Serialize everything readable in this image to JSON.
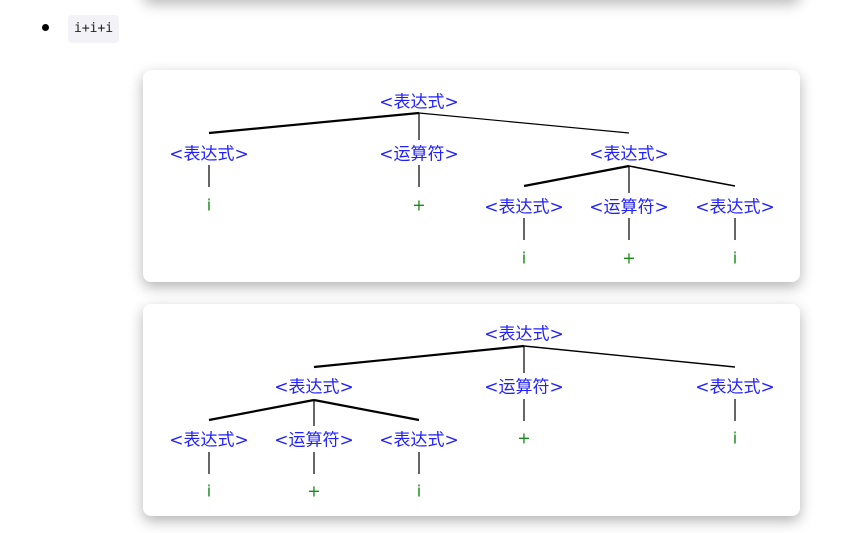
{
  "list": {
    "item_code": "i+i+i"
  },
  "colors": {
    "nonterminal": "#1f1fff",
    "terminal": "#1a8a1a",
    "edge": "#000000"
  },
  "tree1": {
    "root": "<表达式>",
    "n_left": "<表达式>",
    "n_op": "<运算符>",
    "n_right": "<表达式>",
    "leaf_left": "i",
    "leaf_op": "+",
    "r_left": "<表达式>",
    "r_op": "<运算符>",
    "r_right": "<表达式>",
    "r_leaf_left": "i",
    "r_leaf_op": "+",
    "r_leaf_right": "i"
  },
  "tree2": {
    "root": "<表达式>",
    "n_left": "<表达式>",
    "n_op": "<运算符>",
    "n_right": "<表达式>",
    "l_left": "<表达式>",
    "l_op": "<运算符>",
    "l_right": "<表达式>",
    "l_leaf_left": "i",
    "l_leaf_op": "+",
    "l_leaf_right": "i",
    "leaf_op": "+",
    "leaf_right": "i"
  }
}
